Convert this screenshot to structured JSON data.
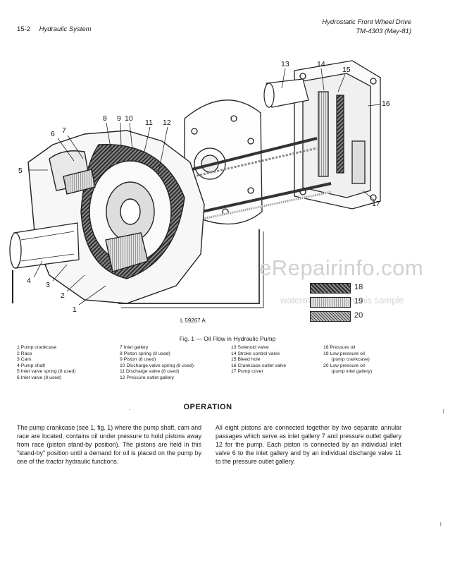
{
  "header": {
    "page_number": "15-2",
    "section": "Hydraulic System",
    "title": "Hydrostatic Front Wheel Drive",
    "manual": "TM-4303 (May-81)"
  },
  "figure": {
    "callouts": [
      "1",
      "2",
      "3",
      "4",
      "5",
      "6",
      "7",
      "8",
      "9",
      "10",
      "11",
      "12",
      "13",
      "14",
      "15",
      "16",
      "17"
    ],
    "swatch_labels": [
      "18",
      "19",
      "20"
    ],
    "reference": "L 59267 A",
    "caption": "Fig. 1 — Oil Flow in Hydraulic Pump"
  },
  "watermark": {
    "main": "eRepairinfo.com",
    "sub": "watermark only on this sample"
  },
  "legend": {
    "col1": [
      "1  Pump crankcase",
      "2  Race",
      "3  Cam",
      "4  Pump shaft",
      "5  Inlet valve spring (8 used)",
      "6  Inlet valve (8 used)"
    ],
    "col2": [
      "7  Inlet gallery",
      "8  Piston spring (8 used)",
      "9  Piston (8 used)",
      "10  Discharge valve spring (8 used)",
      "11  Discharge valve (8 used)",
      "12  Pressure outlet gallery"
    ],
    "col3": [
      "13  Solenoid valve",
      "14  Stroke control valve",
      "15  Bleed hole",
      "16  Crankcase outlet valve",
      "17  Pump cover"
    ],
    "col4": [
      "18  Pressure oil",
      "19  Low pressure oil",
      "      (pump crankcase)",
      "20  Low pressure oil",
      "      (pump inlet gallery)"
    ]
  },
  "section_heading": "OPERATION",
  "paragraphs": {
    "left": "The pump crankcase (see 1, fig. 1) where the pump shaft, cam and race are located, contains oil under pressure to hold pistons away from race (piston stand-by position). The pistons are held in this \"stand-by\" position until a demand for oil is placed on the pump by one of the tractor hydraulic functions.",
    "right": "All eight pistons are connected together by two separate annular passages which serve as inlet gallery 7 and pressure outlet gallery 12 for the pump. Each piston is connected by an individual inlet valve 6 to the inlet gallery and by an individual discharge valve 11 to the pressure outlet gallery."
  }
}
